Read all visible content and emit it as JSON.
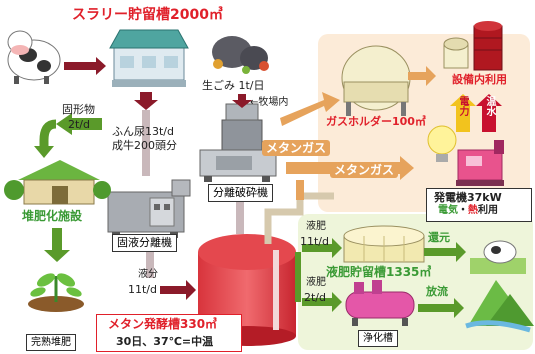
{
  "slurry_tank": "スラリー貯留槽2000㎥",
  "solids_label": "固形物",
  "solids_rate": "2t/d",
  "compost_facility": "堆肥化施設",
  "finished_compost": "完熟堆肥",
  "manure_rate": "ふん尿13t/d",
  "cattle_count": "成牛200頭分",
  "separator": "固液分離機",
  "liquid_label": "液分",
  "liquid_rate": "11t/d",
  "digester_title": "メタン発酵槽330㎥",
  "digester_condition": "30日、37℃=中温",
  "food_waste": "生ごみ 1t/日",
  "from_farm": "←牧場内",
  "crusher": "分離破砕機",
  "methane_gas_1": "メタンガス",
  "methane_gas_2": "メタンガス",
  "gas_holder": "ガスホルダー100㎥",
  "facility_use": "設備内利用",
  "power_tag": "電力",
  "hot_water_tag": "温水",
  "generator_title": "発電機37kW",
  "generator_use_elec": "電気",
  "generator_use_dot": "・",
  "generator_use_heat": "熱",
  "generator_use_suffix": "利用",
  "digestate_label_a": "液肥",
  "digestate_rate_a": "11t/d",
  "liquid_fert_tank": "液肥貯留槽1335㎥",
  "return_label": "還元",
  "digestate_label_b": "液肥",
  "digestate_rate_b": "2t/d",
  "purification": "浄化槽",
  "discharge_label": "放流",
  "colors": {
    "title_red": "#e0202a",
    "green_text": "#3a9a35",
    "gas_arrow": "#e6a35c",
    "liquid_arrow": "#8b1a2a",
    "green_arrow": "#5a9a2a"
  }
}
